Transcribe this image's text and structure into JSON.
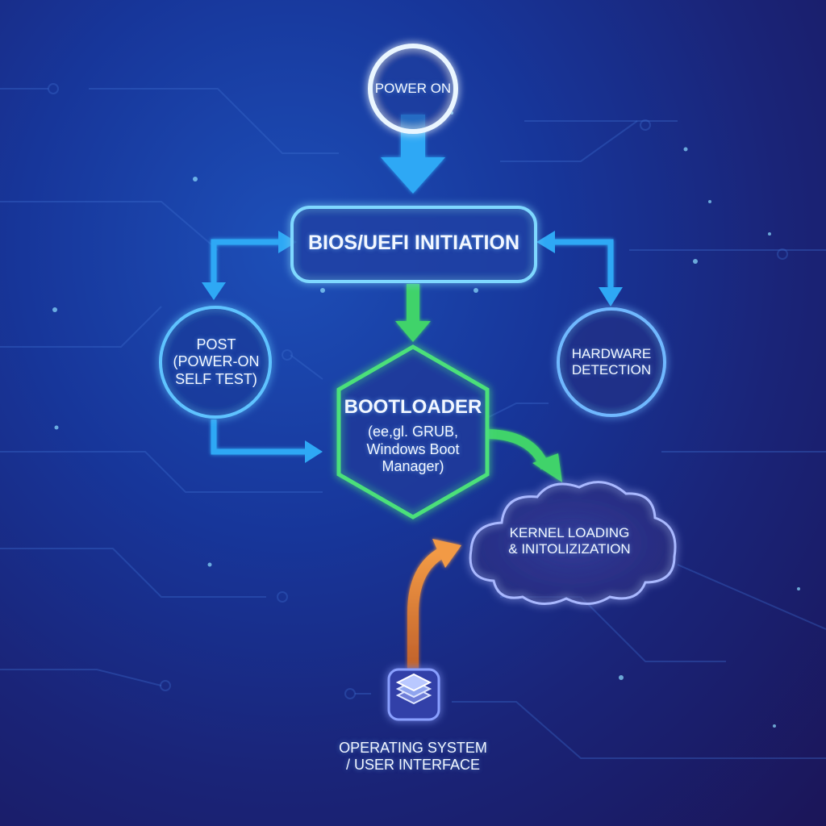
{
  "nodes": {
    "power_on": {
      "label": "POWER ON"
    },
    "bios": {
      "label": "BIOS/UEFI INITIATION"
    },
    "post": {
      "lines": [
        "POST",
        "(POWER-ON",
        "SELF TEST)"
      ]
    },
    "hardware": {
      "lines": [
        "HARDWARE",
        "DETECTION"
      ]
    },
    "bootloader": {
      "title": "BOOTLOADER",
      "lines": [
        "(ee,gl. GRUB,",
        "Windows Boot",
        "Manager)"
      ]
    },
    "kernel": {
      "lines": [
        "KERNEL LOADING",
        "& INITOLIZIZATION"
      ]
    },
    "os": {
      "lines": [
        "OPERATING SYSTEM",
        "/ USER INTERFACE"
      ],
      "icon": "layers-icon"
    }
  },
  "colors": {
    "node_stroke": "#7fd8ff",
    "arrow_blue": "#2ea8f5",
    "arrow_green": "#3fd36a",
    "arrow_orange": "#f08a3a",
    "hexagon_glow": "#4be07a"
  }
}
